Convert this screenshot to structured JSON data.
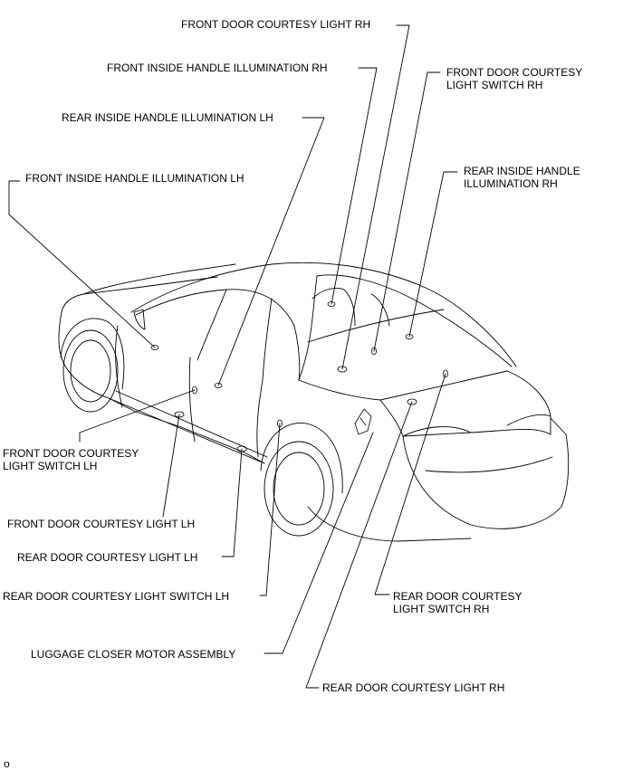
{
  "callouts": {
    "front_door_courtesy_light_rh": "FRONT DOOR COURTESY LIGHT RH",
    "front_inside_handle_illumination_rh": "FRONT INSIDE HANDLE ILLUMINATION RH",
    "front_door_courtesy_light_switch_rh": [
      "FRONT DOOR COURTESY",
      "LIGHT SWITCH RH"
    ],
    "rear_inside_handle_illumination_lh": "REAR INSIDE HANDLE ILLUMINATION LH",
    "front_inside_handle_illumination_lh": "FRONT INSIDE HANDLE ILLUMINATION LH",
    "rear_inside_handle_illumination_rh": [
      "REAR INSIDE HANDLE",
      "ILLUMINATION RH"
    ],
    "front_door_courtesy_light_switch_lh": [
      "FRONT DOOR COURTESY",
      "LIGHT SWITCH LH"
    ],
    "front_door_courtesy_light_lh": "FRONT DOOR COURTESY LIGHT LH",
    "rear_door_courtesy_light_lh": "REAR DOOR COURTESY LIGHT LH",
    "rear_door_courtesy_light_switch_lh": "REAR DOOR COURTESY LIGHT SWITCH LH",
    "rear_door_courtesy_light_switch_rh": [
      "REAR DOOR COURTESY",
      "LIGHT SWITCH RH"
    ],
    "luggage_closer_motor_assembly": "LUGGAGE CLOSER MOTOR ASSEMBLY",
    "rear_door_courtesy_light_rh": "REAR DOOR COURTESY LIGHT RH"
  },
  "figure_code": "o"
}
